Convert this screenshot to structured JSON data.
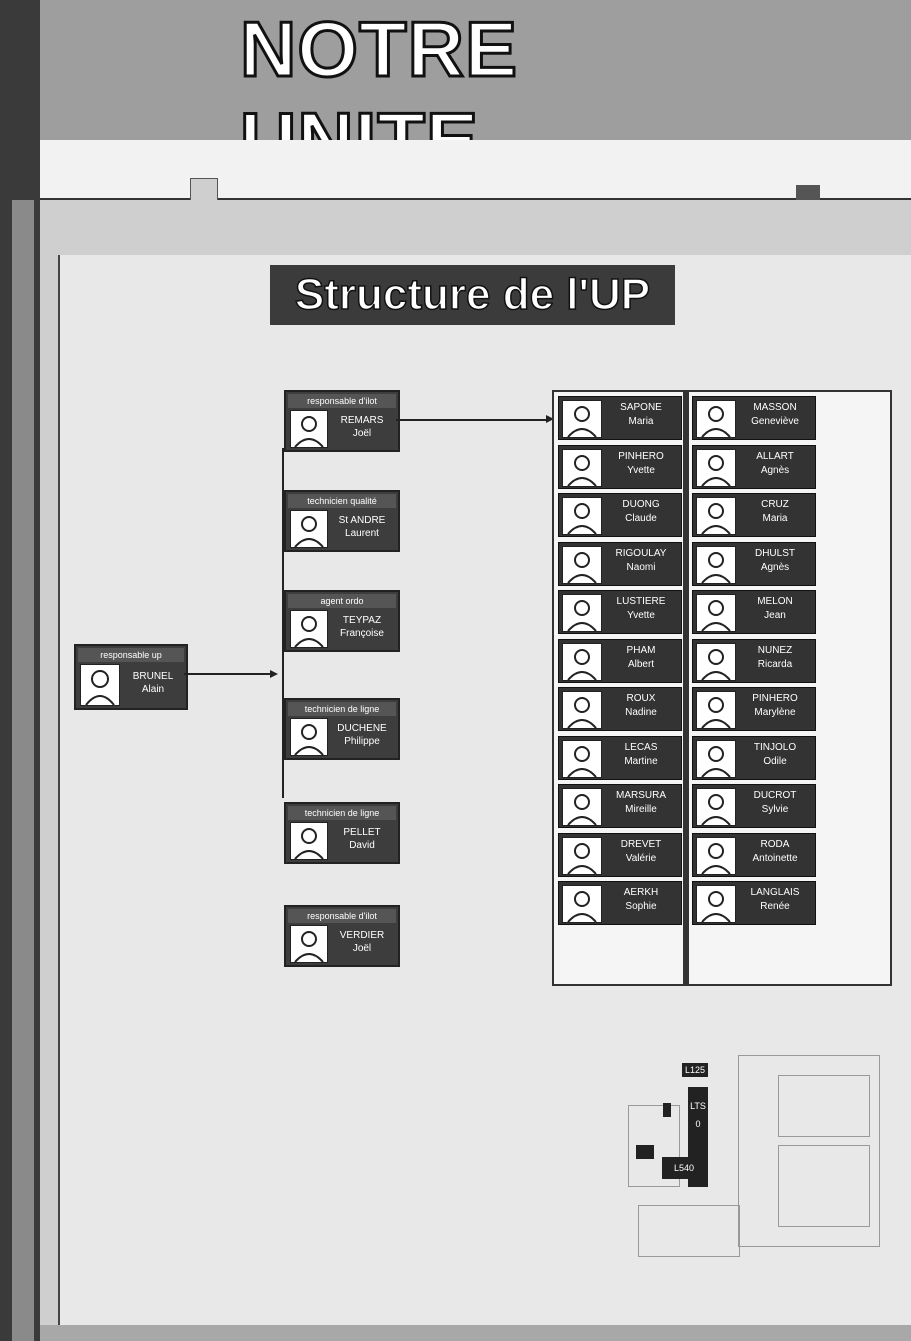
{
  "header": {
    "title": "NOTRE UNITE"
  },
  "board": {
    "title": "Structure de l'UP"
  },
  "head": {
    "role": "responsable up",
    "name": "BRUNEL",
    "first": "Alain"
  },
  "staff": [
    {
      "role": "responsable d'ilot",
      "name": "REMARS",
      "first": "Joël"
    },
    {
      "role": "technicien qualité",
      "name": "St ANDRE",
      "first": "Laurent"
    },
    {
      "role": "agent ordo",
      "name": "TEYPAZ",
      "first": "Françoise"
    },
    {
      "role": "technicien de ligne",
      "name": "DUCHENE",
      "first": "Philippe"
    },
    {
      "role": "technicien de ligne",
      "name": "PELLET",
      "first": "David"
    },
    {
      "role": "responsable d'ilot",
      "name": "VERDIER",
      "first": "Joël"
    }
  ],
  "team_left": [
    {
      "name": "SAPONE",
      "first": "Maria"
    },
    {
      "name": "PINHERO",
      "first": "Yvette"
    },
    {
      "name": "DUONG",
      "first": "Claude"
    },
    {
      "name": "RIGOULAY",
      "first": "Naomi"
    },
    {
      "name": "LUSTIERE",
      "first": "Yvette"
    },
    {
      "name": "PHAM",
      "first": "Albert"
    },
    {
      "name": "ROUX",
      "first": "Nadine"
    },
    {
      "name": "LECAS",
      "first": "Martine"
    },
    {
      "name": "MARSURA",
      "first": "Mireille"
    },
    {
      "name": "DREVET",
      "first": "Valérie"
    },
    {
      "name": "AERKH",
      "first": "Sophie"
    }
  ],
  "team_right": [
    {
      "name": "MASSON",
      "first": "Geneviève"
    },
    {
      "name": "ALLART",
      "first": "Agnès"
    },
    {
      "name": "CRUZ",
      "first": "Maria"
    },
    {
      "name": "DHULST",
      "first": "Agnès"
    },
    {
      "name": "MELON",
      "first": "Jean"
    },
    {
      "name": "NUNEZ",
      "first": "Ricarda"
    },
    {
      "name": "PINHERO",
      "first": "Marylène"
    },
    {
      "name": "TINJOLO",
      "first": "Odile"
    },
    {
      "name": "DUCROT",
      "first": "Sylvie"
    },
    {
      "name": "RODA",
      "first": "Antoinette"
    },
    {
      "name": "LANGLAIS",
      "first": "Renée"
    }
  ],
  "floorplan": {
    "label_a": "L125",
    "label_b": "LTS0",
    "label_c": "L540"
  },
  "colors": {
    "card": "#3d3d3d",
    "board": "#e8e8e8",
    "ink": "#222222"
  }
}
